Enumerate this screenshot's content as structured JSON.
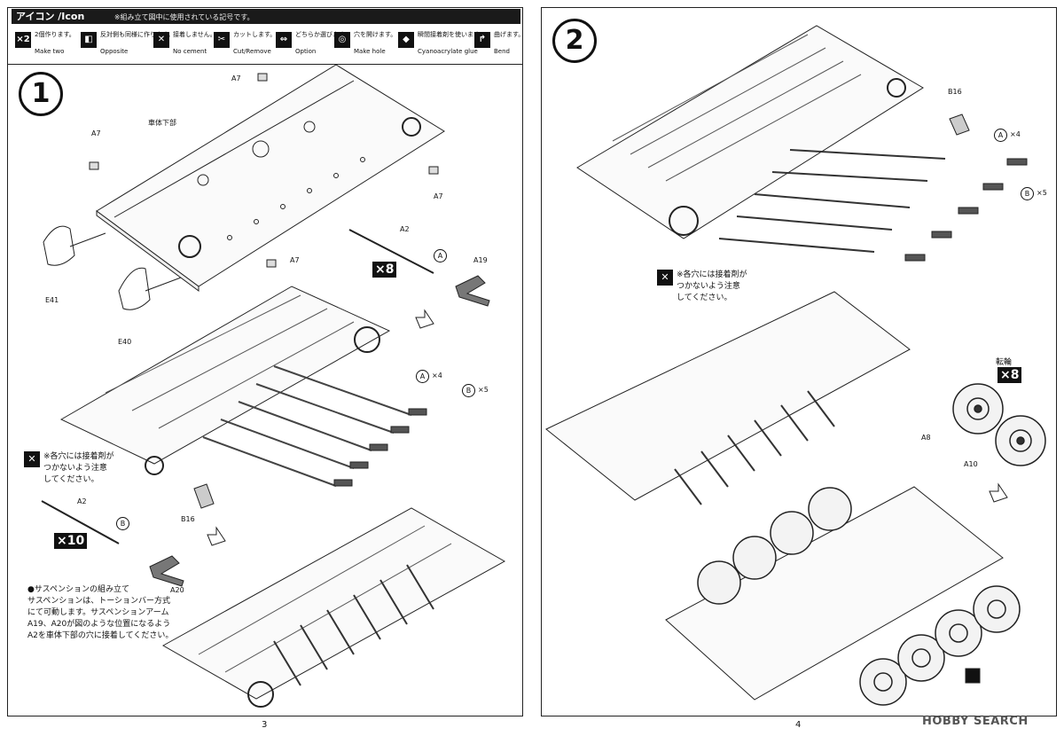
{
  "icon_bar": {
    "title": "アイコン /Icon",
    "note": "※組み立て図中に使用されている記号です。",
    "items": [
      {
        "symbol": "×2",
        "jp": "2個作ります。",
        "en": "Make two",
        "icon": "make-two-icon"
      },
      {
        "symbol": "◧",
        "jp": "反対側も同様に作ります。",
        "en": "Opposite",
        "icon": "opposite-icon"
      },
      {
        "symbol": "✕",
        "jp": "接着しません。",
        "en": "No cement",
        "icon": "no-cement-icon"
      },
      {
        "symbol": "✂",
        "jp": "カットします。",
        "en": "Cut/Remove",
        "icon": "cut-icon"
      },
      {
        "symbol": "⇔",
        "jp": "どちらか選びます。",
        "en": "Option",
        "icon": "option-icon"
      },
      {
        "symbol": "◎",
        "jp": "穴を開けます。",
        "en": "Make hole",
        "icon": "make-hole-icon"
      },
      {
        "symbol": "◆",
        "jp": "瞬間接着剤を使います。",
        "en": "Cyanoacrylate glue",
        "icon": "glue-icon"
      },
      {
        "symbol": "↱",
        "jp": "曲げます。",
        "en": "Bend",
        "icon": "bend-icon"
      }
    ]
  },
  "step1": {
    "number": "1",
    "hull_label": "車体下部",
    "labels": {
      "a7": "A7",
      "e41": "E41",
      "e40": "E40",
      "a2": "A2",
      "a19": "A19",
      "a20": "A20",
      "b16": "B16"
    },
    "option_a": "A",
    "option_b": "B",
    "qty_a": "×4",
    "qty_b": "×5",
    "badge_x8": "×8",
    "badge_x10": "×10",
    "cement_note": [
      "※各穴には接着剤が",
      "つかないよう注意",
      "してください。"
    ],
    "suspension_note": [
      "●サスペンションの組み立て",
      "サスペンションは、トーションバー方式",
      "にて可動します。サスペンションアーム",
      "A19、A20が図のような位置になるよう",
      "A2を車体下部の穴に接着してください。"
    ],
    "page_number": "3"
  },
  "step2": {
    "number": "2",
    "labels": {
      "b16": "B16",
      "a8": "A8",
      "a10": "A10"
    },
    "option_a": "A",
    "option_b": "B",
    "qty_a": "×4",
    "qty_b": "×5",
    "wheel_label": "転輪",
    "badge_x8": "×8",
    "cement_note": [
      "※各穴には接着剤が",
      "つかないよう注意",
      "してください。"
    ],
    "page_number": "4"
  },
  "watermark": "HOBBY SEARCH"
}
